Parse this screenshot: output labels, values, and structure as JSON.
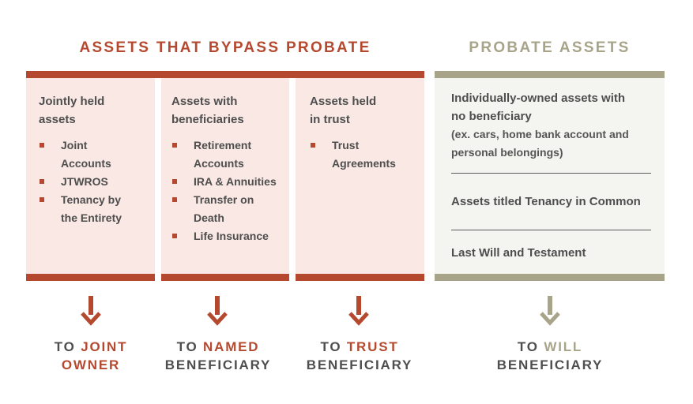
{
  "colors": {
    "rust": "#b5492f",
    "panel_bg": "#f9e8e4",
    "olive": "#a8a48a",
    "probate_bg": "#f4f4f0",
    "text": "#4e4e4e"
  },
  "headings": {
    "bypass": "ASSETS THAT BYPASS PROBATE",
    "probate": "PROBATE ASSETS"
  },
  "columns": [
    {
      "title_line1": "Jointly held",
      "title_line2": "assets",
      "items": [
        {
          "line1": "Joint",
          "line2": "Accounts"
        },
        {
          "line1": "JTWROS",
          "line2": ""
        },
        {
          "line1": "Tenancy by",
          "line2": "the Entirety"
        }
      ],
      "dest_prefix": "TO ",
      "dest_highlight": "JOINT",
      "dest_line2": "OWNER"
    },
    {
      "title_line1": "Assets with",
      "title_line2": "beneficiaries",
      "items": [
        {
          "line1": "Retirement",
          "line2": "Accounts"
        },
        {
          "line1": "IRA & Annuities",
          "line2": ""
        },
        {
          "line1": "Transfer on",
          "line2": "Death"
        },
        {
          "line1": "Life Insurance",
          "line2": ""
        }
      ],
      "dest_prefix": "TO ",
      "dest_highlight": "NAMED",
      "dest_line2": "BENEFICIARY"
    },
    {
      "title_line1": "Assets held",
      "title_line2": "in trust",
      "items": [
        {
          "line1": "Trust",
          "line2": "Agreements"
        }
      ],
      "dest_prefix": "TO ",
      "dest_highlight": "TRUST",
      "dest_line2": "BENEFICIARY"
    }
  ],
  "probate": {
    "item1_line1": "Individually-owned assets with",
    "item1_line2": "no beneficiary",
    "item1_sub_line1": "(ex. cars, home bank account and",
    "item1_sub_line2": "personal belongings)",
    "item2": "Assets titled Tenancy in Common",
    "item3": "Last Will and Testament",
    "dest_prefix": "TO ",
    "dest_highlight": "WILL",
    "dest_line2": "BENEFICIARY"
  }
}
